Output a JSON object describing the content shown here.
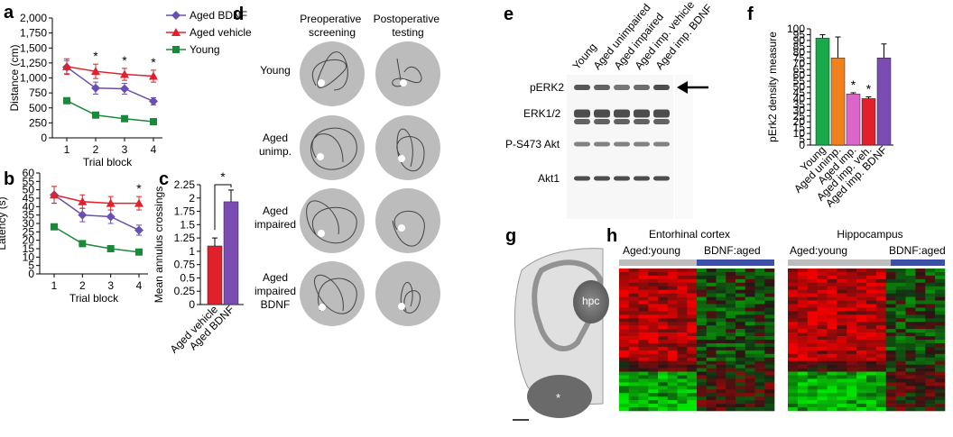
{
  "panel_letters": [
    "a",
    "b",
    "c",
    "d",
    "e",
    "f",
    "g",
    "h"
  ],
  "colors": {
    "bdnf": "#6a4fb0",
    "vehicle": "#e0202a",
    "young": "#1a8a3a",
    "orange": "#f0811e",
    "pink": "#d966c8",
    "red": "#e0202a",
    "green": "#1aa84a",
    "purple": "#7b4db2",
    "gray_band": "#bdbdbd",
    "blue_band": "#3d4fa6"
  },
  "legend_a": [
    "Aged BDNF",
    "Aged vehicle",
    "Young"
  ],
  "chart_data": [
    {
      "id": "a",
      "type": "line",
      "xlabel": "Trial block",
      "ylabel": "Distance (cm)",
      "x": [
        1,
        2,
        3,
        4
      ],
      "yticks": [
        "0",
        "250",
        "500",
        "750",
        "1,000",
        "1,250",
        "1,500",
        "1,750",
        "2,000"
      ],
      "ylim": [
        0,
        2000
      ],
      "series": [
        {
          "name": "Aged BDNF",
          "values": [
            1180,
            830,
            820,
            610
          ],
          "err": [
            110,
            100,
            90,
            60
          ]
        },
        {
          "name": "Aged vehicle",
          "values": [
            1190,
            1110,
            1060,
            1030
          ],
          "err": [
            130,
            120,
            100,
            100
          ]
        },
        {
          "name": "Young",
          "values": [
            620,
            380,
            320,
            270
          ],
          "err": [
            20,
            20,
            15,
            15
          ]
        }
      ],
      "sig": [
        "",
        "*",
        "*",
        "*"
      ]
    },
    {
      "id": "b",
      "type": "line",
      "xlabel": "Trial block",
      "ylabel": "Latency (s)",
      "x": [
        1,
        2,
        3,
        4
      ],
      "yticks": [
        "0",
        "5",
        "10",
        "15",
        "20",
        "25",
        "30",
        "35",
        "40",
        "45",
        "50",
        "55",
        "60"
      ],
      "ylim": [
        0,
        60
      ],
      "series": [
        {
          "name": "Aged BDNF",
          "values": [
            47,
            35,
            34,
            26
          ],
          "err": [
            5,
            4,
            4,
            3
          ]
        },
        {
          "name": "Aged vehicle",
          "values": [
            47,
            43,
            42,
            42
          ],
          "err": [
            5,
            4,
            4,
            4
          ]
        },
        {
          "name": "Young",
          "values": [
            28,
            18,
            15,
            13
          ],
          "err": [
            1,
            1,
            1,
            1
          ]
        }
      ],
      "sig": [
        "",
        "",
        "",
        "*"
      ]
    },
    {
      "id": "c",
      "type": "bar",
      "ylabel": "Mean annulus crossings",
      "categories": [
        "Aged vehicle",
        "Aged BDNF"
      ],
      "values": [
        1.1,
        1.93
      ],
      "err": [
        0.15,
        0.22
      ],
      "yticks": [
        "0",
        "0.25",
        "0.5",
        "0.75",
        "1",
        "1.25",
        "1.5",
        "1.75",
        "2",
        "2.25"
      ],
      "ylim": [
        0,
        2.25
      ],
      "sig": "*"
    },
    {
      "id": "f",
      "type": "bar",
      "ylabel": "pErk2 density measure",
      "categories": [
        "Young",
        "Aged unimp.",
        "Aged imp.",
        "Aged imp. veh.",
        "Aged imp. BDNF"
      ],
      "values": [
        92,
        75,
        44,
        40,
        75
      ],
      "err": [
        3,
        18,
        1,
        1.5,
        12
      ],
      "yticks": [
        "0",
        "5",
        "10",
        "15",
        "20",
        "25",
        "30",
        "35",
        "40",
        "45",
        "50",
        "55",
        "60",
        "65",
        "70",
        "75",
        "80",
        "85",
        "90",
        "95",
        "100"
      ],
      "ylim": [
        0,
        100
      ],
      "sig": [
        "",
        "",
        "*",
        "*",
        ""
      ]
    }
  ],
  "panel_d": {
    "col_headers": [
      "Preoperative\nscreening",
      "Postoperative\ntesting"
    ],
    "row_labels": [
      "Young",
      "Aged\nunimp.",
      "Aged\nimpaired",
      "Aged\nimpaired\nBDNF"
    ]
  },
  "panel_e": {
    "lane_labels": [
      "Young",
      "Aged unimpaired",
      "Aged impaired",
      "Aged imp. vehicle",
      "Aged imp. BDNF"
    ],
    "band_labels": [
      "pERK2",
      "ERK1/2",
      "P-S473 Akt",
      "Akt1"
    ]
  },
  "panel_g": {
    "label": "hpc",
    "marker": "*"
  },
  "panel_h": {
    "titles": [
      "Entorhinal cortex",
      "Hippocampus"
    ],
    "groups": [
      "Aged:young",
      "BDNF:aged"
    ]
  }
}
